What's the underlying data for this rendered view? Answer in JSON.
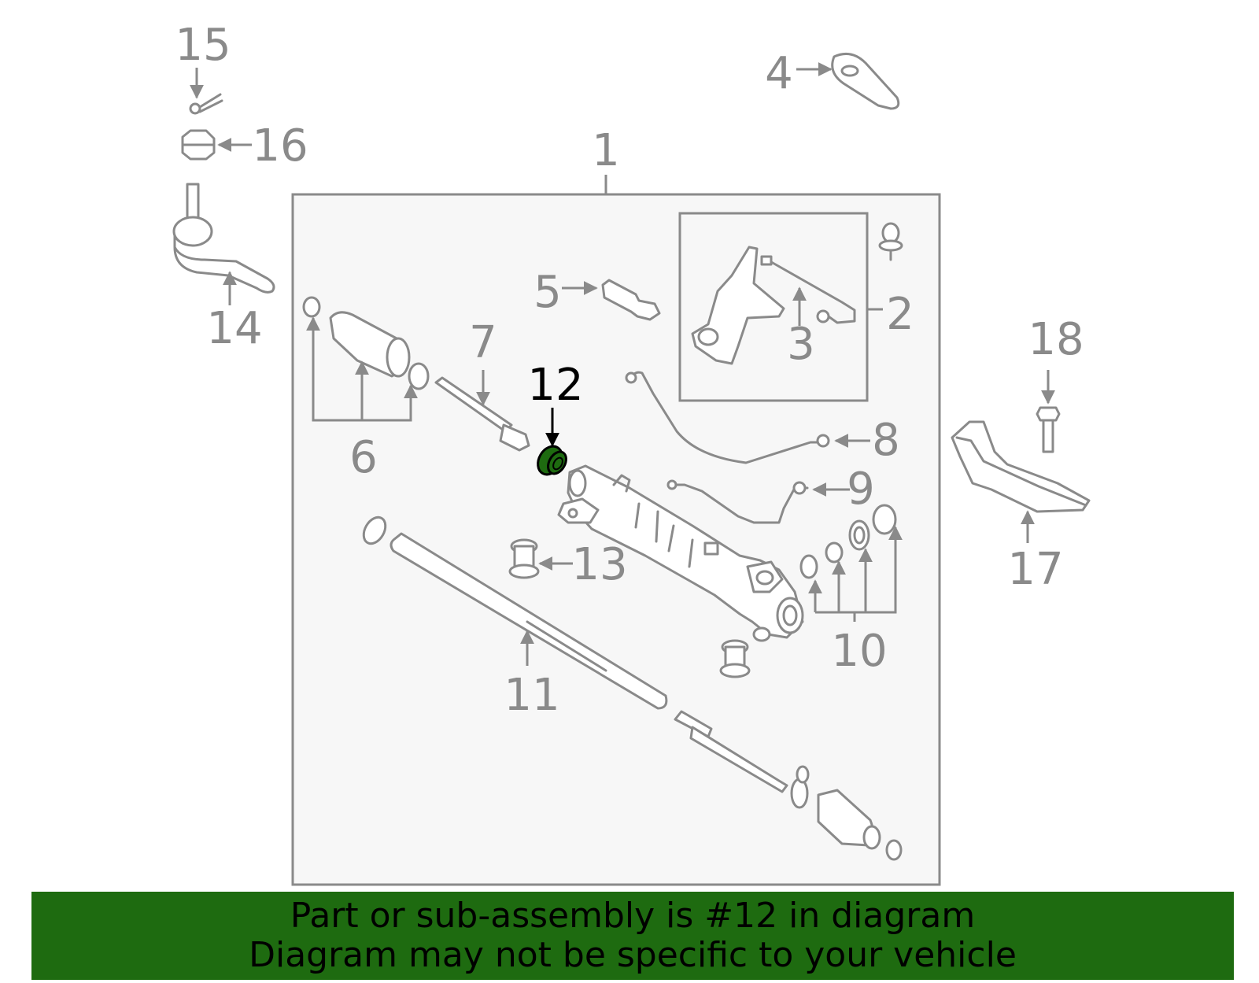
{
  "diagram": {
    "callouts": {
      "c1": "1",
      "c2": "2",
      "c3": "3",
      "c4": "4",
      "c5": "5",
      "c6": "6",
      "c7": "7",
      "c8": "8",
      "c9": "9",
      "c10": "10",
      "c11": "11",
      "c12": "12",
      "c13": "13",
      "c14": "14",
      "c15": "15",
      "c16": "16",
      "c17": "17",
      "c18": "18"
    },
    "highlighted_part": "12",
    "colors": {
      "line": "#8a8a8a",
      "highlight": "#1e6b10",
      "panel": "#f7f7f7",
      "banner": "#1e6b10"
    }
  },
  "banner": {
    "line1": "Part or sub-assembly is #12 in diagram",
    "line2": "Diagram may not be specific to your vehicle"
  }
}
